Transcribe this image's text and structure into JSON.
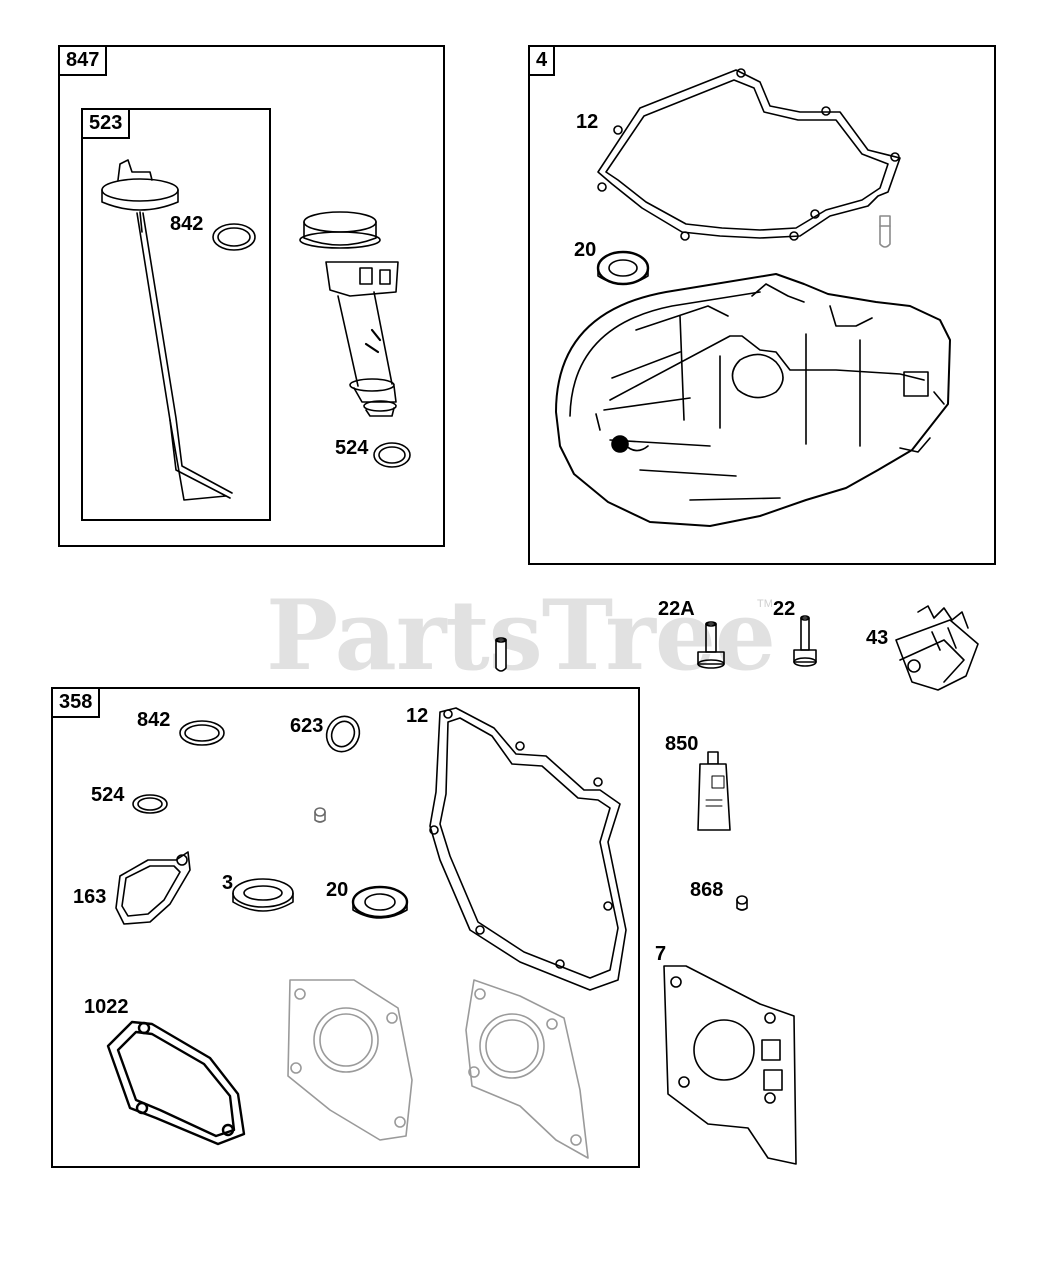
{
  "watermark": {
    "text": "PartsTree",
    "mark": "TM"
  },
  "kits": {
    "k847": {
      "label": "847"
    },
    "k523": {
      "label": "523"
    },
    "k4": {
      "label": "4"
    },
    "k358": {
      "label": "358"
    }
  },
  "callouts": {
    "c842_a": "842",
    "c524_a": "524",
    "c12_a": "12",
    "c20_a": "20",
    "c22a": "22A",
    "c22": "22",
    "c43": "43",
    "c850": "850",
    "c868": "868",
    "c7": "7",
    "c842_b": "842",
    "c623": "623",
    "c12_b": "12",
    "c524_b": "524",
    "c163": "163",
    "c3": "3",
    "c20_b": "20",
    "c1022": "1022"
  },
  "colors": {
    "line": "#000000",
    "ghost": "#9a9a9a",
    "watermark": "#e1e1e1"
  }
}
